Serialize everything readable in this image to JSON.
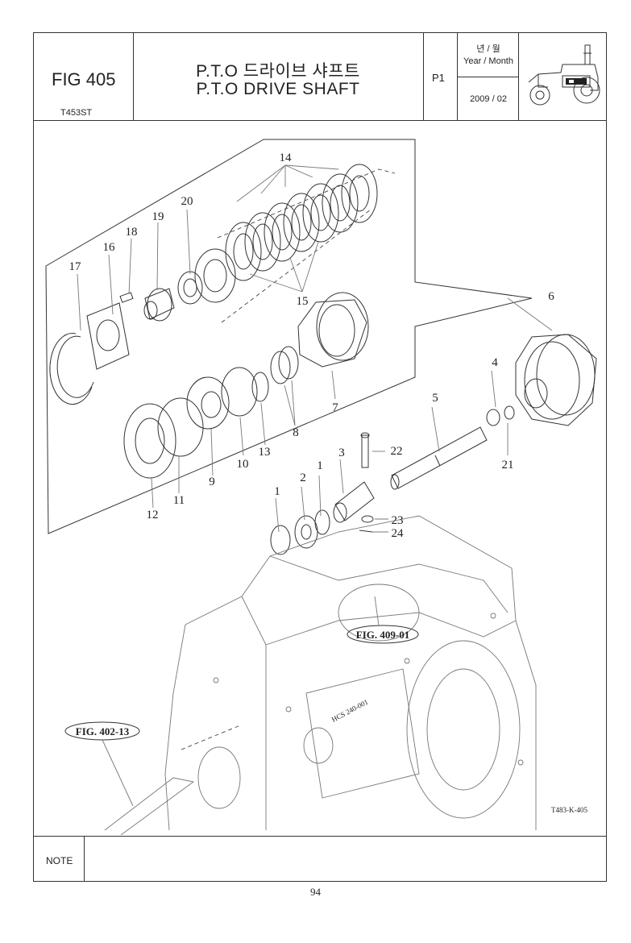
{
  "header": {
    "figure_number": "FIG 405",
    "model": "T453ST",
    "title_korean": "P.T.O 드라이브 샤프트",
    "title_english": "P.T.O DRIVE SHAFT",
    "page_code": "P1",
    "year_month_korean": "년 / 월",
    "year_month_english": "Year / Month",
    "date": "2009 / 02",
    "tractor_icon": "tractor-icon"
  },
  "diagram": {
    "callouts": [
      "1",
      "1",
      "2",
      "3",
      "4",
      "5",
      "6",
      "7",
      "8",
      "9",
      "10",
      "11",
      "12",
      "13",
      "14",
      "15",
      "16",
      "17",
      "18",
      "19",
      "20",
      "21",
      "22",
      "23",
      "24"
    ],
    "references": {
      "fig_409": "FIG. 409-01",
      "fig_402": "FIG. 402-13"
    },
    "casting_mark": "HCS 240-001",
    "drawing_code": "T483-K-405"
  },
  "footer": {
    "note_label": "NOTE",
    "page_number": "94"
  }
}
